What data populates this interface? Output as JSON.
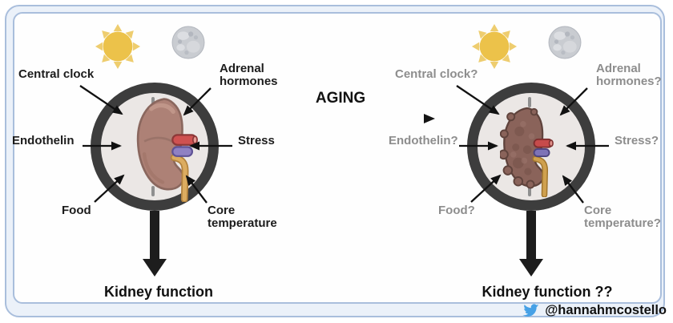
{
  "aging": {
    "label": "AGING"
  },
  "young": {
    "labels": {
      "central": "Central clock",
      "adrenal": "Adrenal\nhormones",
      "endothelin": "Endothelin",
      "stress": "Stress",
      "food": "Food",
      "core": "Core\ntemperature"
    },
    "outcome": "Kidney function"
  },
  "aged": {
    "labels": {
      "central": "Central clock?",
      "adrenal": "Adrenal\nhormones?",
      "endothelin": "Endothelin?",
      "stress": "Stress?",
      "food": "Food?",
      "core": "Core\ntemperature?"
    },
    "outcome": "Kidney function ??"
  },
  "footer": {
    "handle": "@hannahmcostello"
  },
  "icons": {
    "sun": "sun-icon",
    "moon": "moon-icon",
    "twitter": "twitter-bird-icon",
    "clock": "clock-face",
    "kidney": "kidney-illustration"
  },
  "colors": {
    "frame_border": "#a9bedc",
    "frame_fill": "#ebf1f9",
    "label_dark": "#1c1c1c",
    "label_gray": "#8d8d8d",
    "clock_ring": "#3d3d3d",
    "clock_face": "#ebe7e5",
    "sun_yellow": "#ecc24a",
    "sun_ray": "#eecd6f",
    "moon_gray": "#c9ccd1",
    "kidney_young": "#ad8176",
    "kidney_aged": "#8a635a",
    "artery_red": "#cf5151",
    "vein_purple": "#8f81c3",
    "ureter_tan": "#dcac60",
    "twitter_blue": "#47a1e6"
  }
}
